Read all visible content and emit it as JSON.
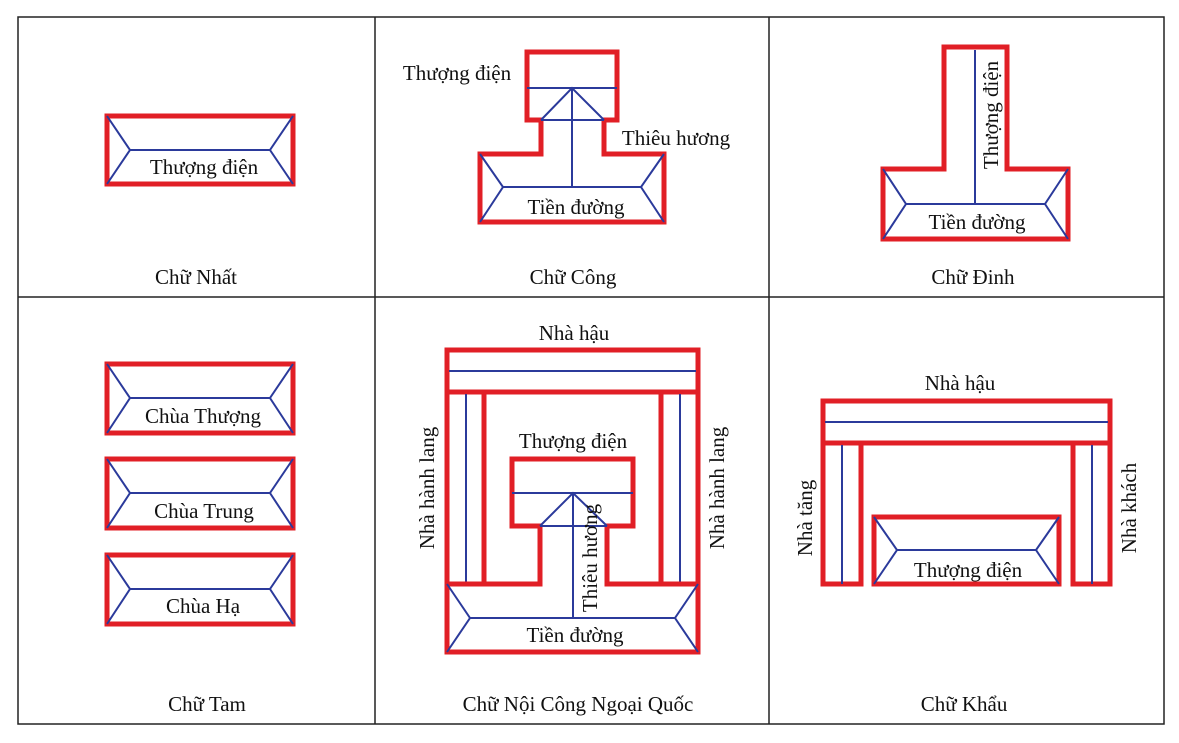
{
  "captions": {
    "chu_nhat": "Chữ Nhất",
    "chu_cong": "Chữ Công",
    "chu_dinh": "Chữ Đinh",
    "chu_tam": "Chữ Tam",
    "chu_noi_cong_ngoai_quoc": "Chữ Nội Công Ngoại Quốc",
    "chu_khau": "Chữ Khẩu"
  },
  "labels": {
    "thuong_dien": "Thượng điện",
    "thieu_huong": "Thiêu hương",
    "tien_duong": "Tiền đường",
    "chua_thuong": "Chùa Thượng",
    "chua_trung": "Chùa Trung",
    "chua_ha": "Chùa Hạ",
    "nha_hau": "Nhà hậu",
    "nha_hanh_lang": "Nhà hành lang",
    "nha_tang": "Nhà tăng",
    "nha_khach": "Nhà khách"
  },
  "colors": {
    "outline": "#e11f26",
    "inner_lines": "#2b3a9b",
    "grid": "#222222"
  }
}
